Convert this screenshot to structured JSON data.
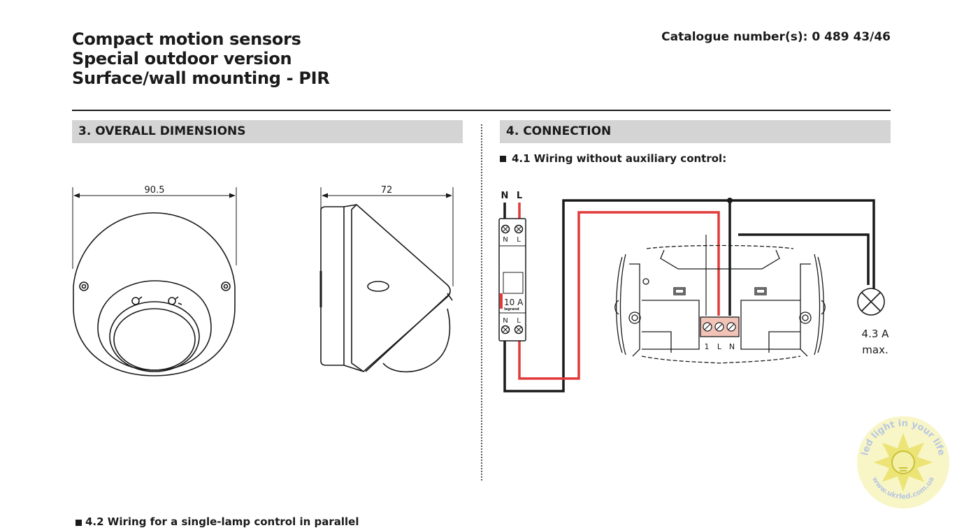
{
  "header": {
    "title_lines": [
      "Compact motion sensors",
      "Special outdoor version",
      "Surface/wall mounting - PIR"
    ],
    "catalogue": "Catalogue number(s): 0 489 43/46"
  },
  "section3": {
    "title": "3. OVERALL DIMENSIONS",
    "front_width": "90.5",
    "side_width": "72"
  },
  "section4": {
    "title": "4. CONNECTION",
    "subsection": "4.1  Wiring without auxiliary control:",
    "breaker": {
      "top_labels": [
        "N",
        "L"
      ],
      "terminal_top": [
        "N",
        "L"
      ],
      "rating": "10 A",
      "brand": "legrand",
      "terminal_bottom": [
        "N",
        "L"
      ]
    },
    "sensor_terminals": [
      "1",
      "L",
      "N"
    ],
    "load_rating_line1": "4.3 A",
    "load_rating_line2": "max."
  },
  "footer_cutoff": "4.2 Wiring for a single-lamp control in parallel",
  "watermark": {
    "text_top": "led light in your life",
    "text_bottom": "www.ukrled.com.ua"
  },
  "colors": {
    "section_bar": "#d4d4d4",
    "live_wire": "#e03a3a",
    "neutral_wire": "#1a1a1a",
    "terminal_block": "#f2c4b8",
    "watermark": "#e8e060"
  }
}
